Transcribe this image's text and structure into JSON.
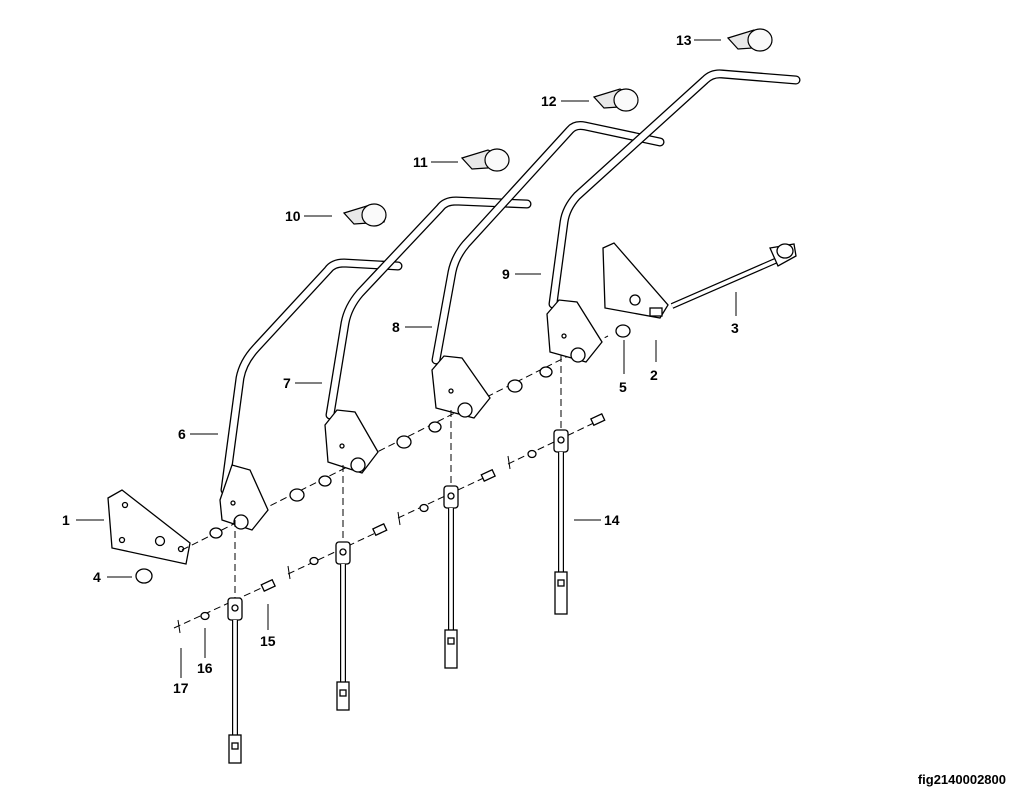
{
  "figure": {
    "id_text": "fig2140002800"
  },
  "callouts": {
    "c1": "1",
    "c2": "2",
    "c3": "3",
    "c4": "4",
    "c5": "5",
    "c6": "6",
    "c7": "7",
    "c8": "8",
    "c9": "9",
    "c10": "10",
    "c11": "11",
    "c12": "12",
    "c13": "13",
    "c14": "14",
    "c15": "15",
    "c16": "16",
    "c17": "17"
  }
}
